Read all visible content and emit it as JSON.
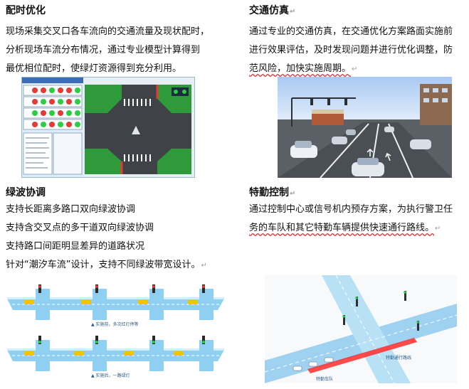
{
  "sections": {
    "signal_timing": {
      "title": "配时优化",
      "lines": [
        "现场采集交叉口各车流向的交通流量及现状配时，",
        "分析现场车流分布情况，通过专业模型计算得到",
        "最优相位配时，使绿灯资源得到充分利用。"
      ]
    },
    "traffic_sim": {
      "title": "交通仿真",
      "lines": [
        "通过专业的交通仿真，在交通优化方案路面实施前",
        "进行效果评估，及时发现问题并进行优化调整，防",
        "范风险，加快实施周期。"
      ]
    },
    "green_wave": {
      "title": "绿波协调",
      "lines": [
        "支持长距离多路口双向绿波协调",
        "支持含交叉点的多干道双向绿波协调",
        "支持路口间距明显差异的道路状况",
        "针对“潮汐车流”设计，支持不同绿波带宽设计。"
      ],
      "figure_captions": [
        "▲ 实施前，多次红灯停等",
        "▲ 实施后，一路绿灯"
      ]
    },
    "special_duty": {
      "title": "特勤控制",
      "lines": [
        "通过控制中心或信号机内预存方案，为执行警卫任",
        "务的车队和其它特勤车辆提供快速通行路线。"
      ],
      "figure_labels": [
        "特勤车队",
        "特勤通行路线"
      ]
    }
  },
  "paragraph_mark": "↵",
  "colors": {
    "road": "#3f4347",
    "grass": "#2f9a3a",
    "sky": "#cfe3ff",
    "signal_red": "#e53935",
    "signal_green": "#2ecc40",
    "highlight_red": "#ff2b2b",
    "panel_blue": "#dcecff"
  }
}
